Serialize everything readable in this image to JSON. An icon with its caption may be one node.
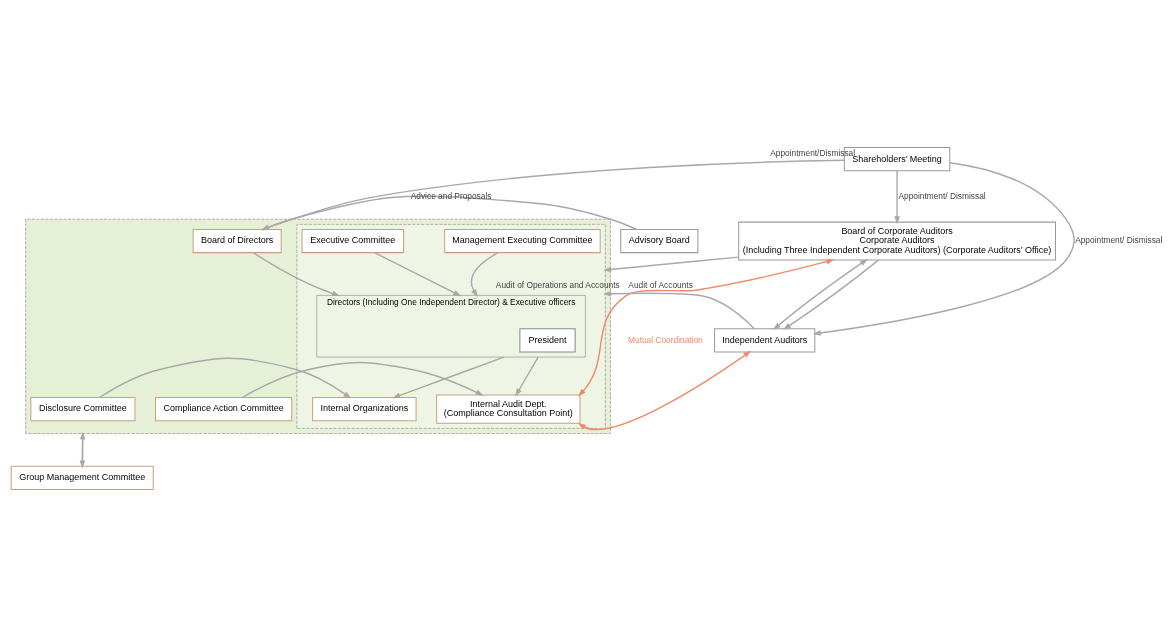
{
  "diagram": {
    "nodes": [
      {
        "text": [
          "Shareholders’ Meeting"
        ]
      },
      {
        "text": [],
        "shape": "box"
      },
      {
        "text": [
          "Board of Directors"
        ],
        "in": 1
      },
      {
        "text": [],
        "shape": "box",
        "in": 1
      },
      {
        "text": [
          "Executive Committee"
        ],
        "in": 3
      },
      {
        "text": [
          "Management Executing Committee"
        ],
        "in": 3
      },
      {
        "text": [
          "Directors (Including One Independent Director) & Executive officers"
        ],
        "in": 3
      },
      {
        "text": [
          "President"
        ],
        "in": 6
      },
      {
        "text": [
          "Internal Audit Dept.",
          "(Compliance Consultation Point)"
        ],
        "in": 3
      },
      {
        "text": [
          "Internal Organizations"
        ],
        "in": 3
      },
      {
        "text": [
          "Advisory Board"
        ]
      },
      {
        "text": [
          "Board of Corporate Auditors",
          "Corporate Auditors",
          "(Including Three Independent Corporate Auditors) (Corporate Auditors’ Office)"
        ]
      },
      {
        "text": [
          "Independent Auditors"
        ]
      },
      {
        "text": [
          "Compliance Action Committee"
        ],
        "in": 1
      },
      {
        "text": [
          "Disclosure Committee"
        ],
        "in": 1
      },
      {
        "text": [
          "Group Management Committee"
        ]
      }
    ],
    "edges": [
      {
        "from": 0,
        "to": 2,
        "arrow": "to",
        "label": "Appointment/Dismissal"
      },
      {
        "from": 0,
        "to": 11,
        "arrow": "to",
        "label": "Appointment/ Dismissal"
      },
      {
        "from": 0,
        "to": 12,
        "arrow": "to",
        "label": "Appointment/ Dismissal"
      },
      {
        "from": 10,
        "to": 2,
        "arrow": "to",
        "label": "Advice and Proposals"
      },
      {
        "from": 11,
        "to": 3,
        "arrow": "to",
        "label": "Audit of Operations and Accounts"
      },
      {
        "from": 11,
        "to": 12,
        "arrow": "both"
      },
      {
        "from": 11,
        "to": 12,
        "arrow": "to"
      },
      {
        "from": 12,
        "to": 3,
        "arrow": "to",
        "label": "Audit of Accounts"
      },
      {
        "from": 2,
        "to": 6,
        "arrow": "to"
      },
      {
        "from": 4,
        "to": 6,
        "arrow": "to"
      },
      {
        "from": 5,
        "to": 6,
        "arrow": "to"
      },
      {
        "from": 6,
        "to": 8,
        "arrow": "to"
      },
      {
        "from": 6,
        "to": 9,
        "arrow": "to"
      },
      {
        "from": 13,
        "to": 8,
        "arrow": "to"
      },
      {
        "from": 14,
        "to": 9,
        "arrow": "to"
      },
      {
        "from": 8,
        "to": 11,
        "arrow": "both",
        "color": "#f08a6a",
        "label": "Mutual Coordination"
      },
      {
        "from": 8,
        "to": 12,
        "arrow": "both",
        "color": "#f08a6a"
      },
      {
        "from": 1,
        "to": 15,
        "arrow": "to"
      },
      {
        "from": 15,
        "to": 1,
        "arrow": "to"
      }
    ]
  }
}
